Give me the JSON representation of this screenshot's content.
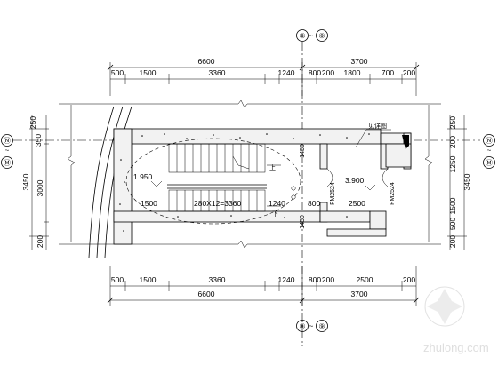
{
  "axes": {
    "top_left": "⑧",
    "top_right": "⑨",
    "top_sep": "~",
    "left_top": "Ⓝ",
    "left_bottom": "Ⓜ",
    "left_sep": "~",
    "right_top": "Ⓝ",
    "right_bottom": "Ⓜ",
    "right_sep": "~"
  },
  "top_dims": {
    "overall_left": "6600",
    "overall_right": "3700",
    "seg": [
      "500",
      "1500",
      "3360",
      "1240",
      "800",
      "200",
      "1800",
      "700",
      "200"
    ]
  },
  "bottom_dims": {
    "overall_left": "6600",
    "overall_right": "3700",
    "seg": [
      "500",
      "1500",
      "3360",
      "1240",
      "800",
      "200",
      "2500",
      "200"
    ]
  },
  "left_dims": [
    "250",
    "350",
    "3000",
    "3450",
    "200"
  ],
  "right_dims": [
    "250",
    "200",
    "1250",
    "3450",
    "1500",
    "500",
    "200"
  ],
  "interior": {
    "elev_left": "1.950",
    "elev_right": "3.900",
    "stair_spec": "280X12=3360",
    "dim_1500": "1500",
    "dim_1240": "1240",
    "dim_1450_top": "1450",
    "dim_1450_bot": "1450",
    "dim_800": "800",
    "dim_2500": "2500",
    "up_label": "上",
    "down_label": "下",
    "door_1": "FM2524",
    "door_2": "FM2524",
    "note": "见详图"
  },
  "watermark": {
    "site": "zhulong.com"
  }
}
